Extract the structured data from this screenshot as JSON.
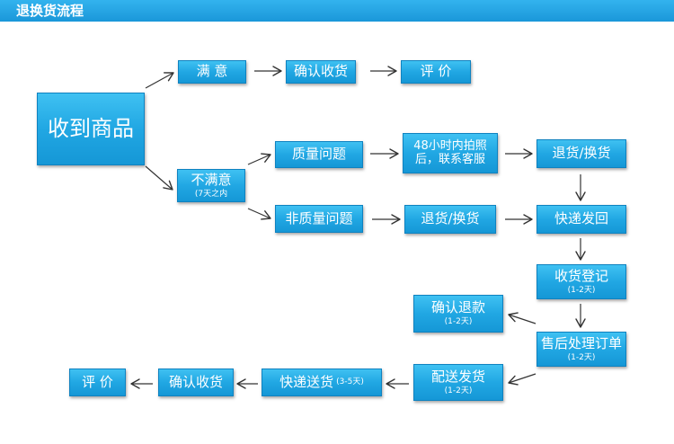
{
  "header": {
    "title": "退换货流程"
  },
  "nodes": {
    "received": "收到商品",
    "satisfied": "满 意",
    "confirm_receipt_1": "确认收货",
    "review_1": "评 价",
    "unsatisfied": "不满意",
    "unsatisfied_note": "(7天之内",
    "quality_issue": "质量问题",
    "photo_contact_line1": "48小时内拍照",
    "photo_contact_line2": "后，联系客服",
    "return_exchange_1": "退货/换货",
    "non_quality_issue": "非质量问题",
    "return_exchange_2": "退货/换货",
    "express_return": "快递发回",
    "receipt_register": "收货登记",
    "receipt_register_days": "(1-2天)",
    "confirm_refund": "确认退款",
    "confirm_refund_days": "(1-2天)",
    "after_sales": "售后处理订单",
    "after_sales_days": "(1-2天)",
    "ship_out": "配送发货",
    "ship_out_days": "(1-2天)",
    "courier_delivery": "快递送货",
    "courier_delivery_days": "(3-5天)",
    "confirm_receipt_2": "确认收货",
    "review_2": "评 价"
  },
  "colors": {
    "box_top": "#3fc1f2",
    "box_bottom": "#1597d6",
    "header": "#1a97d9",
    "arrow": "#333333"
  }
}
